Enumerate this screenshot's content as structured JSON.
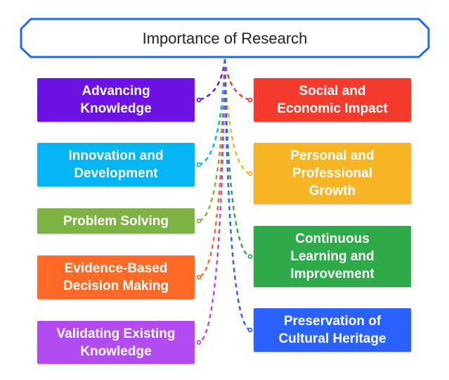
{
  "title": "Importance of Research",
  "accent_color": "#1a6cf0",
  "left_nodes": [
    {
      "label": "Advancing\nKnowledge",
      "color": "#6c12e4"
    },
    {
      "label": "Innovation and\nDevelopment",
      "color": "#03b5f2"
    },
    {
      "label": "Problem Solving",
      "color": "#7cb342"
    },
    {
      "label": "Evidence-Based\nDecision Making",
      "color": "#ff6b26"
    },
    {
      "label": "Validating Existing\nKnowledge",
      "color": "#b24cf0"
    }
  ],
  "right_nodes": [
    {
      "label": "Social and\nEconomic Impact",
      "color": "#f43c2e"
    },
    {
      "label": "Personal and\nProfessional\nGrowth",
      "color": "#f7b525"
    },
    {
      "label": "Continuous\nLearning and\nImprovement",
      "color": "#2eaa4a"
    },
    {
      "label": "Preservation of\nCultural Heritage",
      "color": "#2962ff"
    }
  ]
}
